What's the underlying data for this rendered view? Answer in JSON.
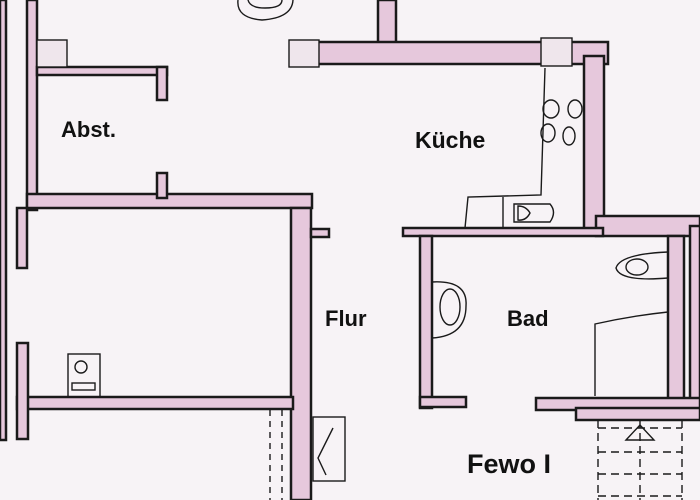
{
  "plan": {
    "title": "Fewo I",
    "rooms": [
      {
        "id": "abst",
        "label": "Abst."
      },
      {
        "id": "kueche",
        "label": "Küche"
      },
      {
        "id": "flur",
        "label": "Flur"
      },
      {
        "id": "bad",
        "label": "Bad"
      }
    ],
    "colors": {
      "paper": "#f7f3f6",
      "wall_line": "#1a1a1a",
      "wall_fill": "#e6c8dc"
    }
  }
}
